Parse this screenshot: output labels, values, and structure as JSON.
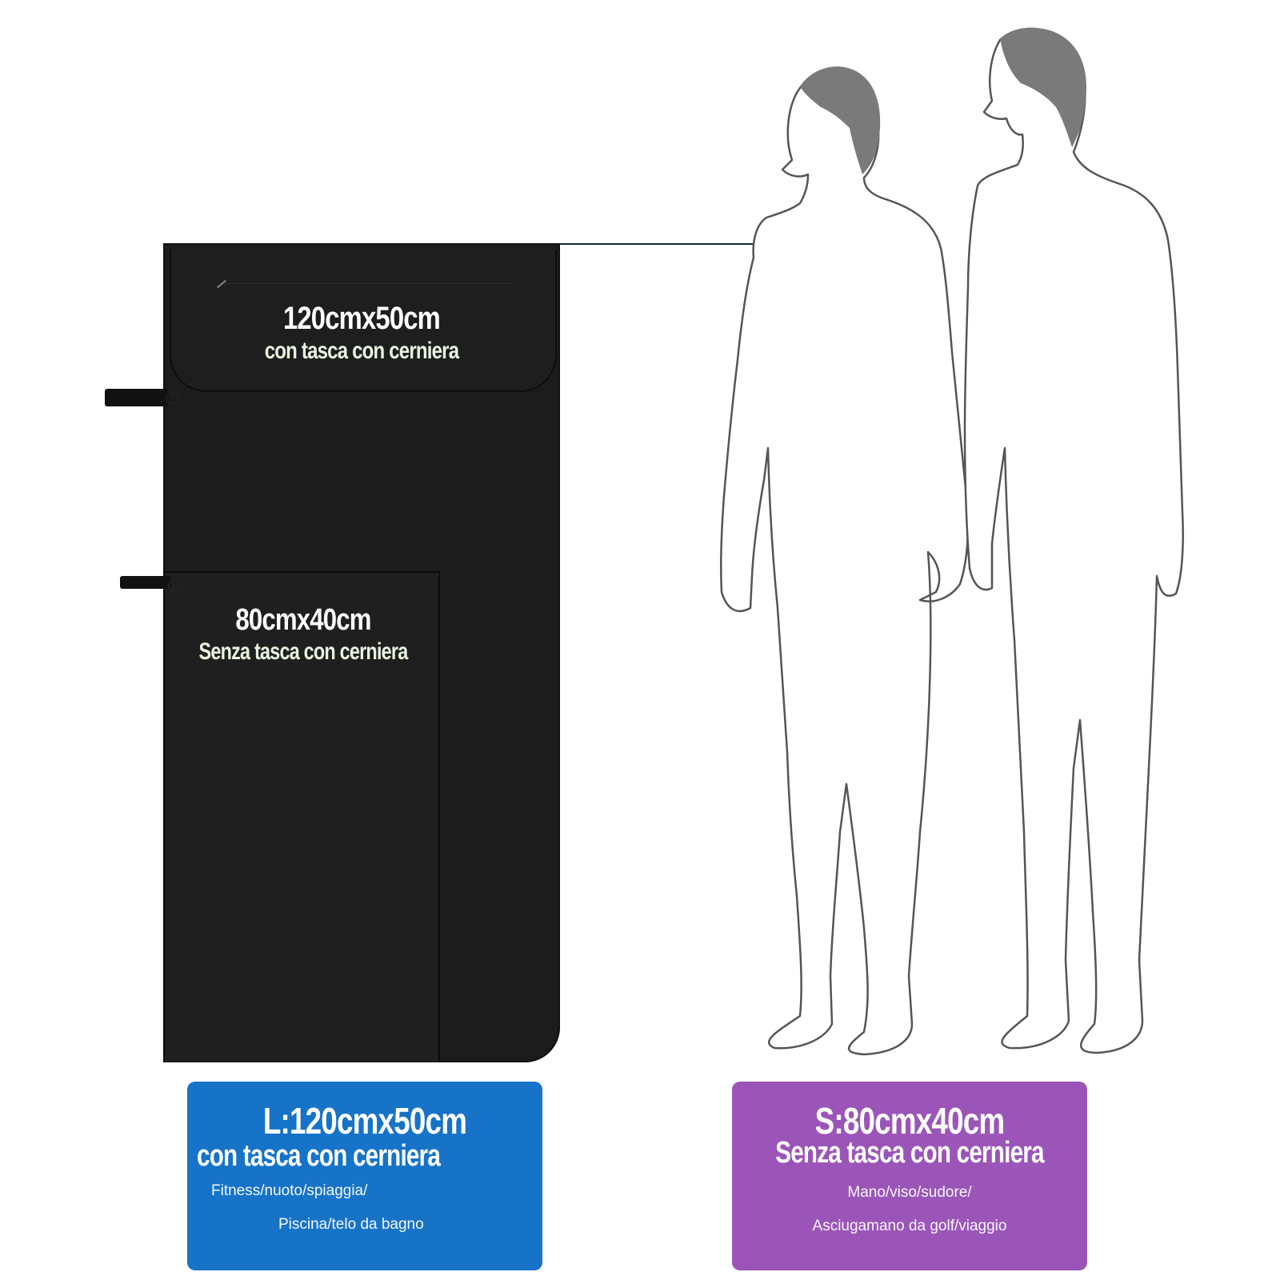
{
  "towel_large": {
    "size": "120cmx50cm",
    "feature": "con tasca con cerniera"
  },
  "towel_small": {
    "size": "80cmx40cm",
    "feature": "Senza tasca con cerniera"
  },
  "card_large": {
    "size": "L:120cmx50cm",
    "feature": "con tasca con cerniera",
    "uses_line1": "Fitness/nuoto/spiaggia/",
    "uses_line2": "Piscina/telo da bagno",
    "color": "#1673c8"
  },
  "card_small": {
    "size": "S:80cmx40cm",
    "feature": "Senza tasca con cerniera",
    "uses_line1": "Mano/viso/sudore/",
    "uses_line2": "Asciugamano da golf/viaggio",
    "color": "#9b55b8"
  },
  "colors": {
    "towel": "#1c1c1c",
    "hair": "#7a7a7a",
    "outline": "#555555"
  }
}
